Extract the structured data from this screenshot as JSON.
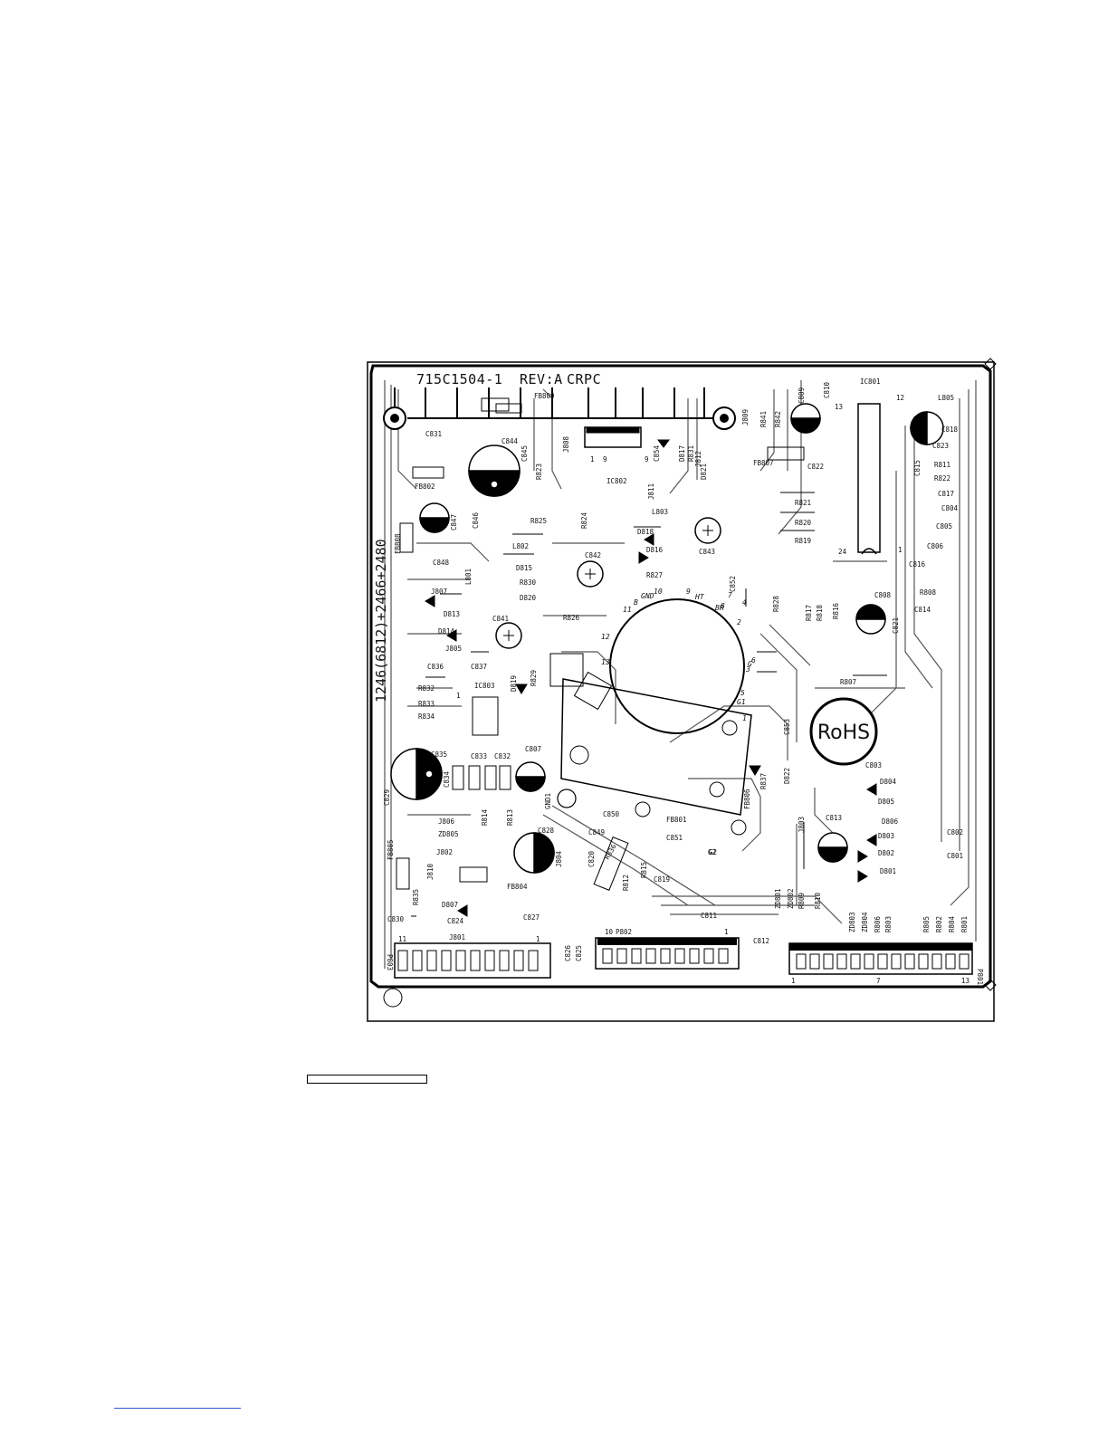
{
  "board": {
    "part_number": "715C1504-1",
    "revision": "REV:A",
    "maker_code": "CRPC",
    "model_codes": "1246(6812)+2466+2480",
    "rohs_mark": "RoHS"
  },
  "fbt_pins": [
    "1",
    "2",
    "3",
    "4",
    "5",
    "6",
    "7",
    "8",
    "9",
    "10",
    "11",
    "12",
    "13",
    "HT",
    "GND",
    "B",
    "BR",
    "G",
    "G1",
    "G2"
  ],
  "connectors": {
    "p801": {
      "label": "P801",
      "pins": [
        "1",
        "7",
        "13"
      ]
    },
    "p802": {
      "label": "P802",
      "pins": [
        "10",
        "1"
      ]
    },
    "p803": {
      "label": "P803",
      "pins": [
        "11",
        "1"
      ]
    }
  },
  "ic": {
    "ic801": {
      "label": "IC801",
      "pins": [
        "12",
        "13",
        "24",
        "1"
      ]
    },
    "ic802": {
      "label": "IC802",
      "pins": [
        "9",
        "9",
        "1"
      ]
    },
    "ic803": {
      "label": "IC803",
      "pins": [
        "1"
      ]
    }
  },
  "components": [
    "FB809",
    "J808",
    "J809",
    "J810",
    "J811",
    "J812",
    "C831",
    "C844",
    "C845",
    "R823",
    "FB802",
    "C847",
    "C846",
    "FB808",
    "R825",
    "R824",
    "L803",
    "D818",
    "D816",
    "C843",
    "C854",
    "D817",
    "R831",
    "D821",
    "FB807",
    "C822",
    "R821",
    "R820",
    "R819",
    "C809",
    "C810",
    "R841",
    "R842",
    "L805",
    "C818",
    "C823",
    "C815",
    "R811",
    "R822",
    "C817",
    "C804",
    "C805",
    "C806",
    "C816",
    "R808",
    "C814",
    "C848",
    "L801",
    "L802",
    "D815",
    "R830",
    "D820",
    "C842",
    "R827",
    "C852",
    "R828",
    "R817",
    "R818",
    "R816",
    "C808",
    "C821",
    "J807",
    "D813",
    "D814",
    "J805",
    "C841",
    "R826",
    "R807",
    "C836",
    "C837",
    "R832",
    "R833",
    "R834",
    "D819",
    "R829",
    "C835",
    "C833",
    "C832",
    "C834",
    "C807",
    "C829",
    "GND1",
    "C850",
    "C849",
    "FB801",
    "C851",
    "R837",
    "D822",
    "FB806",
    "C853",
    "C803",
    "D804",
    "D805",
    "D806",
    "C813",
    "J803",
    "D803",
    "D802",
    "D801",
    "C802",
    "C801",
    "J806",
    "R814",
    "R813",
    "ZD805",
    "J802",
    "C828",
    "FB805",
    "R835",
    "J804",
    "C820",
    "R836",
    "FB804",
    "R812",
    "R815",
    "C819",
    "D807",
    "C830",
    "C824",
    "J801",
    "C827",
    "C826",
    "C825",
    "C811",
    "C812",
    "ZD801",
    "ZD802",
    "R809",
    "R810",
    "ZD803",
    "ZD804",
    "R806",
    "R803",
    "R805",
    "R802",
    "R804",
    "R801",
    "G2"
  ]
}
